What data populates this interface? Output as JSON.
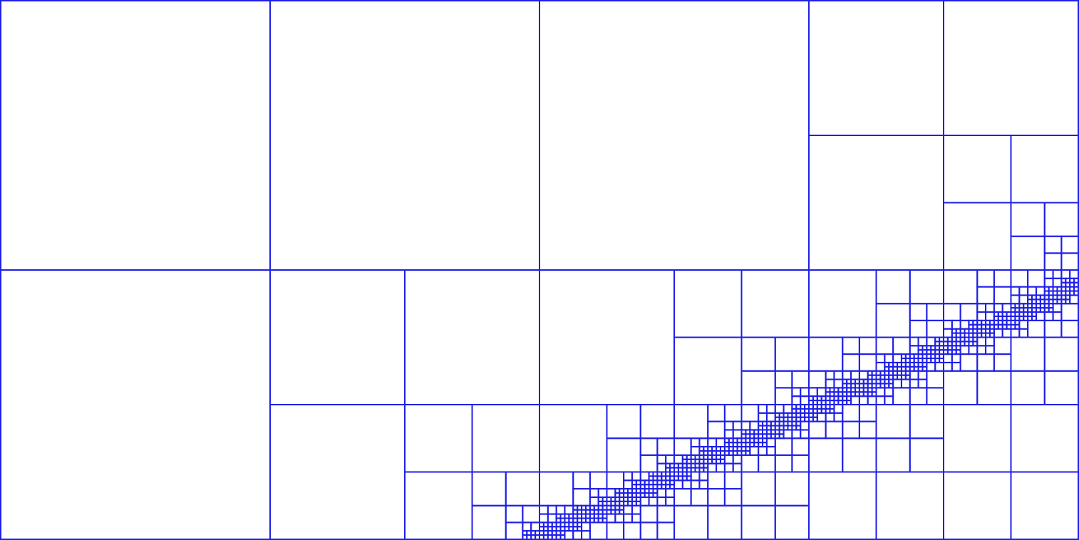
{
  "figure": {
    "kind": "adaptive quadtree mesh refinement",
    "text": "",
    "line_color": "#1f1fe6",
    "background_color": "#ffffff",
    "refinement_feature": "diagonal line",
    "max_refinement_depth": 7
  }
}
